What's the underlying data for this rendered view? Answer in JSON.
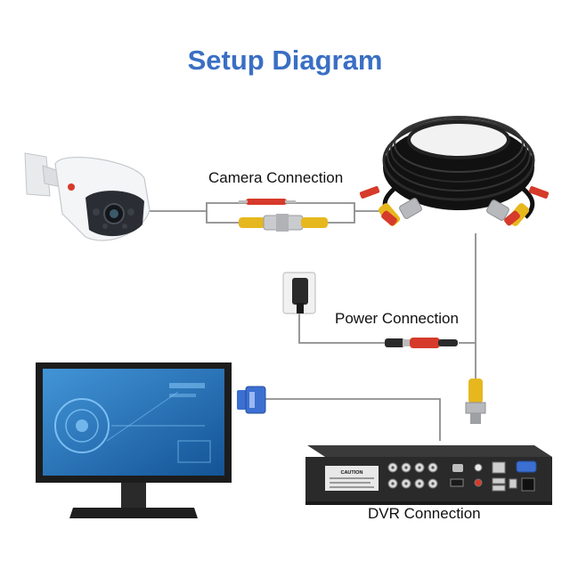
{
  "title": "Setup Diagram",
  "labels": {
    "camera": "Camera Connection",
    "power": "Power Connection",
    "dvr": "DVR Connection"
  },
  "dvr": {
    "caution_text": "CAUTION"
  },
  "colors": {
    "title": "#3a6fc4",
    "wire": "#8a8a8a",
    "cable": "#1b1b1b",
    "red_plug": "#d63a2a",
    "yellow_plug": "#e6b81e",
    "screen": "#1f6fb8",
    "dvr_body": "#2a2a2a"
  }
}
